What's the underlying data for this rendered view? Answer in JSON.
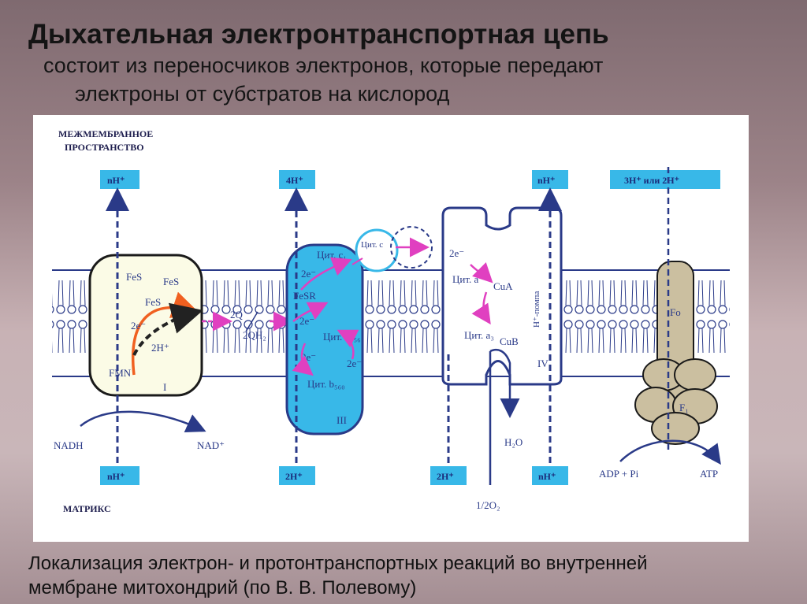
{
  "header": {
    "title": "Дыхательная электронтранспортная цепь",
    "subtitle_line1": "состоит из переносчиков электронов, которые передают",
    "subtitle_line2": "электроны от субстратов на кислород"
  },
  "caption": {
    "line1": "Локализация электрон- и протонтранспортных реакций во внутренней",
    "line2": "мембране митохондрий (по В. В. Полевому)"
  },
  "diagram": {
    "intermembrane_line1": "МЕЖМЕМБРАННОЕ",
    "intermembrane_line2": "ПРОСТРАНСТВО",
    "matrix": "МАТРИКС",
    "top_boxes": [
      "nH⁺",
      "4H⁺",
      "nH⁺",
      "3H⁺ или 2H⁺"
    ],
    "bottom_boxes": [
      "nH⁺",
      "2H⁺",
      "2H⁺",
      "nH⁺"
    ],
    "complex1": {
      "fes1": "FeS",
      "fes2": "FeS",
      "fes3": "FeS",
      "e": "2e⁻",
      "h": "2H⁺",
      "fmn": "FMN",
      "roman": "I"
    },
    "complex3": {
      "cyt_c1": "Цит. c₁",
      "fesr": "FeSR",
      "e1": "2e⁻",
      "e2": "2e⁻",
      "e3": "2e⁻",
      "e4": "2e⁻",
      "cyt_b556": "Цит. b₅₅₆",
      "cyt_b560": "Цит. b₅₆₀",
      "roman": "III"
    },
    "quinone": {
      "q": "2Q",
      "qh": "2QH₂"
    },
    "cytc": "Цит. c",
    "complex4": {
      "e": "2e⁻",
      "cyt_a": "Цит. a",
      "cua": "CuA",
      "cyt_a3": "Цит. a₃",
      "cub": "CuB",
      "pump": "H⁺-помпа",
      "roman": "IV"
    },
    "atp_synthase": {
      "fo": "Fo",
      "f1": "F₁"
    },
    "nadh": "NADH",
    "nad": "NAD⁺",
    "h2o": "H₂O",
    "o2": "1/2O₂",
    "adp": "ADP + Pi",
    "atp": "ATP"
  }
}
